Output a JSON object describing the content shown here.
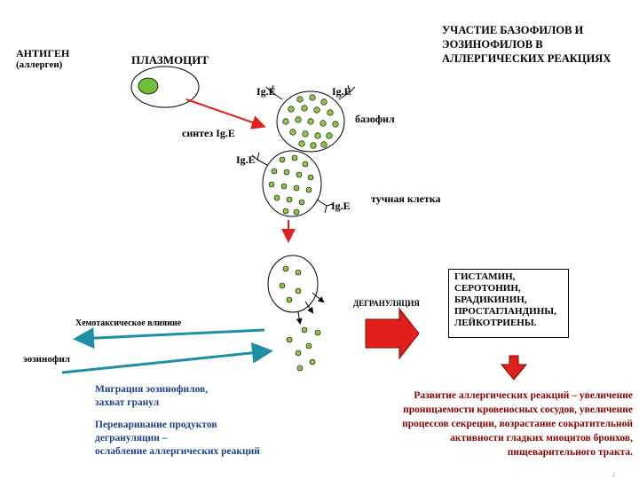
{
  "title": "УЧАСТИЕ БАЗОФИЛОВ  И ЭОЗИНОФИЛОВ       В АЛЛЕРГИЧЕСКИХ РЕАКЦИЯХ",
  "antigen": {
    "label": "АНТИГЕН",
    "sublabel": "(аллерген)"
  },
  "plasmocyte": "ПЛАЗМОЦИТ",
  "ige_labels": [
    "Ig.E",
    "Ig.E",
    "Ig.E",
    "Ig.E"
  ],
  "basophil": "базофил",
  "synthesis": "синтез Ig.E",
  "mast_cell": "тучная клетка",
  "degranulation": "ДЕГРАНУЛЯЦИЯ",
  "chemotaxis": "Хемотаксическое влияние",
  "eosinophil": "эозинофил",
  "mediators": [
    "ГИСТАМИН,",
    "СЕРОТОНИН,",
    "БРАДИКИНИН,",
    "ПРОСТАГЛАНДИНЫ,",
    "ЛЕЙКОТРИЕНЫ."
  ],
  "eos_migration": [
    "Миграция  эозинофилов,",
    "захват гранул"
  ],
  "eos_digestion": [
    "Переваривание продуктов",
    "дегрануляции –",
    "ослабление аллергических реакций"
  ],
  "result": [
    "Развитие аллергических реакций – увеличение",
    "проницаемости кровеносных сосудов, увеличение",
    "процессов секреции, возрастание сократительной",
    "активности гладких миоцитов бронхов,",
    "пищеварительного тракта."
  ],
  "slide_number": "2",
  "colors": {
    "granule": "#8fc547",
    "nucleus": "#6fbf3a",
    "arrow_red": "#e0201a",
    "arrow_blue": "#1f8fa8",
    "dark_red": "#8b0000",
    "text_blue": "#1f3f8f"
  }
}
